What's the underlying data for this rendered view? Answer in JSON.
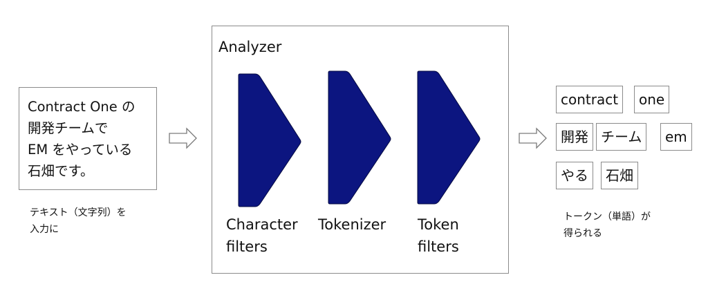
{
  "input": {
    "text": "Contract One の\n開発チームで\nEM をやっている\n石畑です。",
    "caption": "テキスト（文字列）を\n入力に"
  },
  "analyzer": {
    "title": "Analyzer",
    "stages": [
      {
        "label": "Character\nfilters"
      },
      {
        "label": "Tokenizer"
      },
      {
        "label": "Token\nfilters"
      }
    ]
  },
  "output": {
    "tokens": [
      "contract",
      "one",
      "開発",
      "チーム",
      "em",
      "やる",
      "石畑"
    ],
    "caption": "トークン（単語）が\n得られる"
  },
  "colors": {
    "stage_fill": "#0c1580",
    "border": "#8a8a8a"
  }
}
